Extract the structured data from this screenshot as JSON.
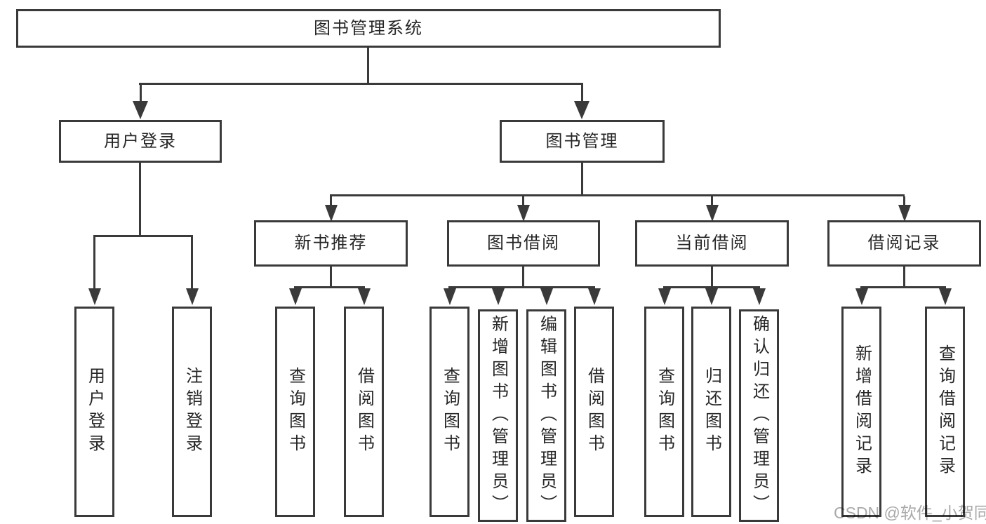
{
  "title": "图书管理系统",
  "watermark": {
    "text": "CSDN @软件_小贺同学"
  },
  "colors": {
    "line": "#3a3a3a",
    "text": "#262626",
    "watermark": "#a9a9a9",
    "background": "#ffffff"
  },
  "tree": {
    "label": "图书管理系统",
    "children": [
      {
        "label": "用户登录",
        "children": [
          {
            "label": "用户登录"
          },
          {
            "label": "注销登录"
          }
        ]
      },
      {
        "label": "图书管理",
        "children": [
          {
            "label": "新书推荐",
            "children": [
              {
                "label": "查询图书"
              },
              {
                "label": "借阅图书"
              }
            ]
          },
          {
            "label": "图书借阅",
            "children": [
              {
                "label": "查询图书"
              },
              {
                "label": "新增图书（管理员）"
              },
              {
                "label": "编辑图书（管理员）"
              },
              {
                "label": "借阅图书"
              }
            ]
          },
          {
            "label": "当前借阅",
            "children": [
              {
                "label": "查询图书"
              },
              {
                "label": "归还图书"
              },
              {
                "label": "确认归还（管理员）"
              }
            ]
          },
          {
            "label": "借阅记录",
            "children": [
              {
                "label": "新增借阅记录"
              },
              {
                "label": "查询借阅记录"
              }
            ]
          }
        ]
      }
    ]
  }
}
